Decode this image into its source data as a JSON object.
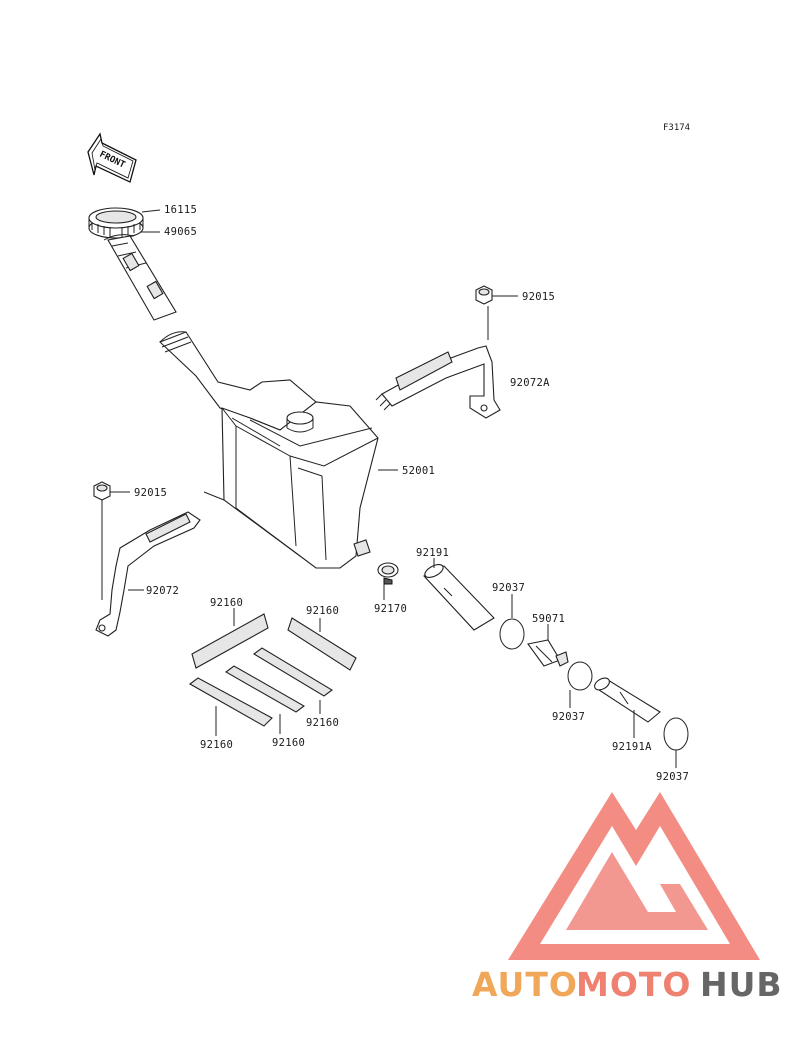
{
  "figure_code": "F3174",
  "front_label": "FRONT",
  "brand": {
    "part1": "AUTO",
    "part2": "MOTO",
    "part3": "HUB",
    "color1": "#f0a04b",
    "color2": "#ee7766",
    "color3": "#5a5a5a",
    "triangle_color": "#f2847a"
  },
  "labels": {
    "p16115": "16115",
    "p49065": "49065",
    "p92015_right": "92015",
    "p92072A": "92072A",
    "p52001": "52001",
    "p92015_left": "92015",
    "p92072": "92072",
    "p92191": "92191",
    "p92037_a": "92037",
    "p92170": "92170",
    "p59071": "59071",
    "p92160_a": "92160",
    "p92160_b": "92160",
    "p92160_c": "92160",
    "p92160_d": "92160",
    "p92160_e": "92160",
    "p92037_b": "92037",
    "p92191A": "92191A",
    "p92037_c": "92037"
  }
}
